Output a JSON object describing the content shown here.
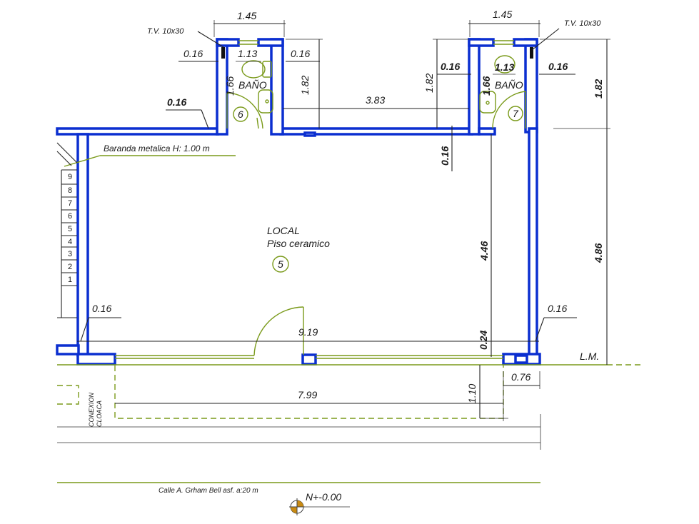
{
  "dims": {
    "bath6_width": "1.45",
    "bath7_width": "1.45",
    "tv_left": "T.V. 10x30",
    "tv_right": "T.V. 10x30",
    "wall_016_a": "0.16",
    "bath6_inner": "1.13",
    "wall_016_b": "0.16",
    "bath6_height": "1.82",
    "wall_016_c": "0.16",
    "bath6_depth": "1.66",
    "gap_width": "3.83",
    "gap_height": "1.82",
    "wall_016_d": "0.16",
    "bath7_inner": "1.13",
    "wall_016_e": "0.16",
    "bath7_depth": "1.66",
    "right_height_top": "1.82",
    "wall_016_f": "0.16",
    "local_height": "4.46",
    "right_height_main": "4.86",
    "wall_016_g": "0.16",
    "wall_016_h": "0.16",
    "local_width": "9.19",
    "sill": "0.24",
    "front_width": "7.99",
    "front_depth": "1.10",
    "small_width": "0.76"
  },
  "labels": {
    "bath6_name": "BAÑO",
    "bath6_num": "6",
    "bath7_name": "BAÑO",
    "bath7_num": "7",
    "local_name": "LOCAL",
    "local_floor": "Piso ceramico",
    "local_num": "5",
    "railing": "Baranda metalica H: 1.00 m",
    "lm": "L.M.",
    "sewer_1": "CONEXION",
    "sewer_2": "CLOACA",
    "street": "Calle A. Grham Bell  asf. a:20 m",
    "level": "N+-0.00"
  },
  "stairs": [
    "9",
    "8",
    "7",
    "6",
    "5",
    "4",
    "3",
    "2",
    "1"
  ],
  "colors": {
    "wall": "#0b2fd0",
    "fixture": "#7a9a1a",
    "dimension": "#222222"
  }
}
